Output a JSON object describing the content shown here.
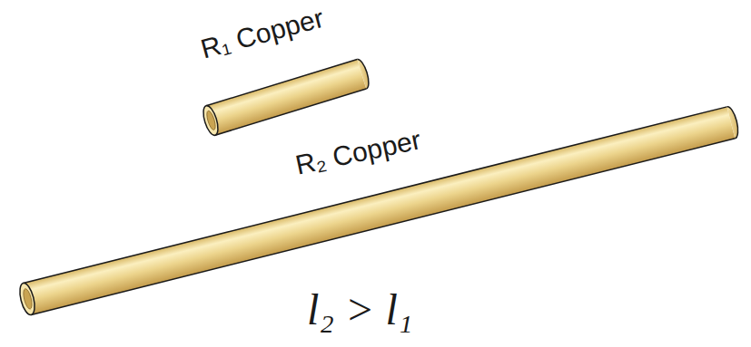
{
  "diagram": {
    "labels": [
      "R₁ Copper",
      "R₂ Copper",
      "l₂ > l₁"
    ]
  }
}
